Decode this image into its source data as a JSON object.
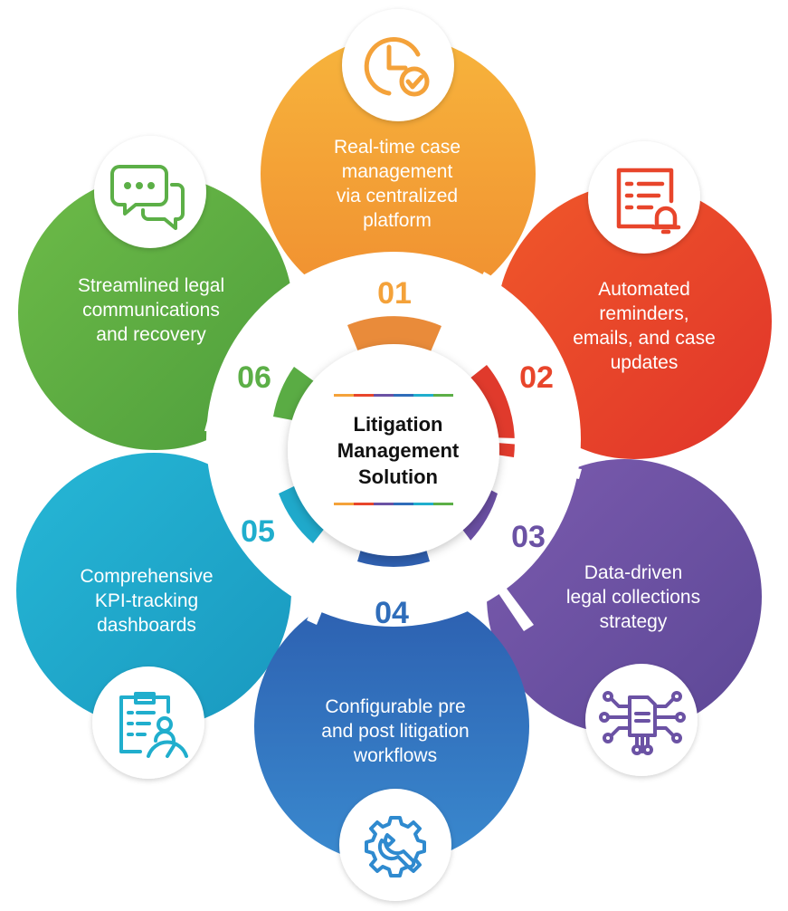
{
  "title": {
    "line1": "Litigation",
    "line2": "Management",
    "line3": "Solution"
  },
  "items": [
    {
      "number": "01",
      "line1": "Real-time case",
      "line2": "management",
      "line3": "via centralized",
      "line4": "platform",
      "icon": "clock-check-icon",
      "color": "#F4A23A"
    },
    {
      "number": "02",
      "line1": "Automated",
      "line2": "reminders,",
      "line3": "emails, and case",
      "line4": "updates",
      "icon": "list-bell-icon",
      "color": "#E8452B"
    },
    {
      "number": "03",
      "line1": "Data-driven",
      "line2": "legal collections",
      "line3": "strategy",
      "icon": "document-network-icon",
      "color": "#6B52A4"
    },
    {
      "number": "04",
      "line1": "Configurable pre",
      "line2": "and post litigation",
      "line3": "workflows",
      "icon": "gear-wrench-icon",
      "color": "#2F6DBA"
    },
    {
      "number": "05",
      "line1": "Comprehensive",
      "line2": "KPI-tracking",
      "line3": "dashboards",
      "icon": "clipboard-gauge-icon",
      "color": "#20AECD"
    },
    {
      "number": "06",
      "line1": "Streamlined legal",
      "line2": "communications",
      "line3": "and recovery",
      "icon": "chat-bubbles-icon",
      "color": "#5CAF47"
    }
  ]
}
